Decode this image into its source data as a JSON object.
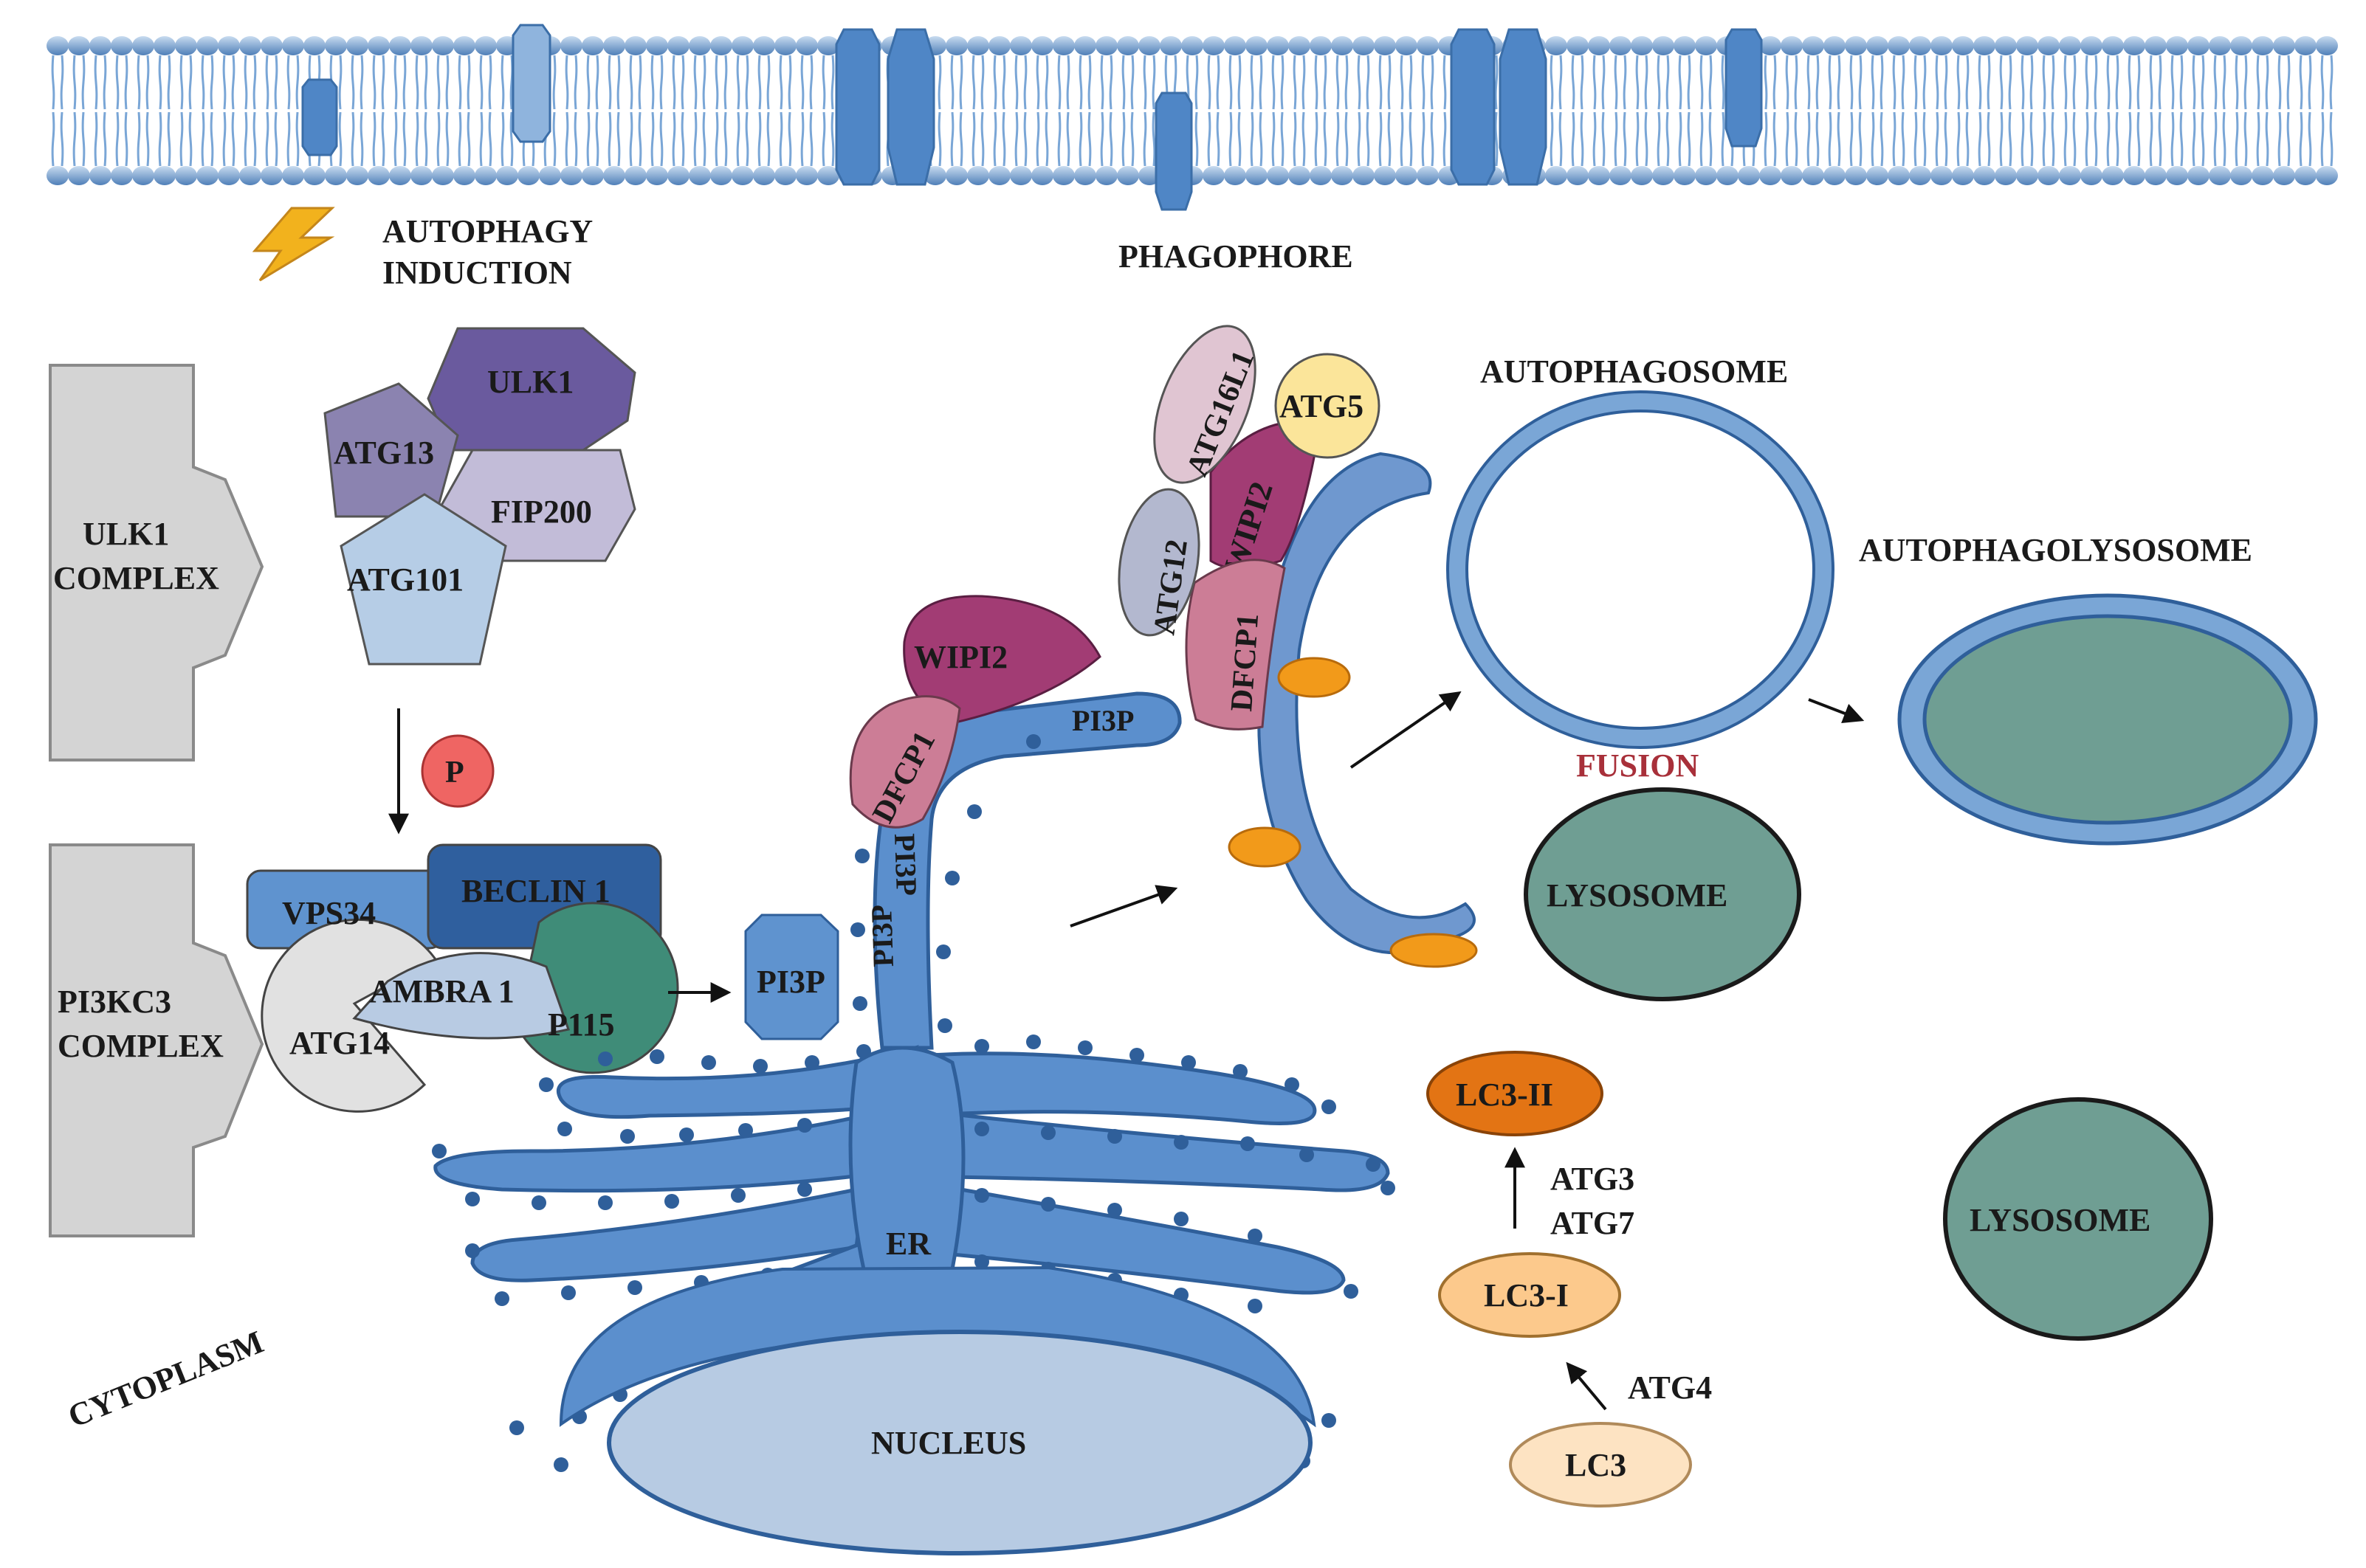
{
  "colors": {
    "membrane": "#4f86c6",
    "membrane_light": "#8fb4dd",
    "er_fill": "#5b8fcd",
    "er_stroke": "#2f5f9a",
    "nucleus_fill": "#b7cbe3",
    "teal": "#6f9e93",
    "ulk1": "#6a5a9e",
    "atg13": "#8b83b0",
    "fip200": "#c2bcd8",
    "atg101": "#b6cde6",
    "vps34": "#5f93cf",
    "beclin": "#2f5f9e",
    "atg14": "#e1e1e1",
    "ambra": "#b8cbe3",
    "p115": "#3f8c78",
    "wipi2": "#a23c74",
    "dfcp1": "#cc7d96",
    "atg16l1": "#e0c5d2",
    "atg5": "#fbe59a",
    "atg12": "#b3b8cf",
    "lc3": "#fde3c2",
    "lc3_i": "#fcc98c",
    "lc3_ii": "#e37414",
    "orange": "#f29a1a",
    "fusion": "#a8303a",
    "lightning": "#f2b21d"
  },
  "labels": {
    "autophagy_induction_1": "AUTOPHAGY",
    "autophagy_induction_2": "INDUCTION",
    "phagophore": "PHAGOPHORE",
    "ulk1_complex_1": "ULK1",
    "ulk1_complex_2": "COMPLEX",
    "pi3kc3_complex_1": "PI3KC3",
    "pi3kc3_complex_2": "COMPLEX",
    "ulk1": "ULK1",
    "atg13": "ATG13",
    "fip200": "FIP200",
    "atg101": "ATG101",
    "p": "P",
    "vps34": "VPS34",
    "beclin1": "BECLIN 1",
    "ambra1": "AMBRA 1",
    "atg14": "ATG14",
    "p115": "P115",
    "pi3p_box": "PI3P",
    "wipi2": "WIPI2",
    "dfcp1": "DFCP1",
    "pi3p": "PI3P",
    "atg16l1": "ATG16L1",
    "atg5": "ATG5",
    "atg12": "ATG12",
    "autophagosome": "AUTOPHAGOSOME",
    "autophagolysosome": "AUTOPHAGOLYSOSOME",
    "fusion": "FUSION",
    "lysosome": "LYSOSOME",
    "lc3_ii": "LC3-II",
    "lc3_i": "LC3-I",
    "lc3": "LC3",
    "atg3": "ATG3",
    "atg7": "ATG7",
    "atg4": "ATG4",
    "er": "ER",
    "nucleus": "NUCLEUS",
    "cytoplasm": "CYTOPLASM"
  }
}
